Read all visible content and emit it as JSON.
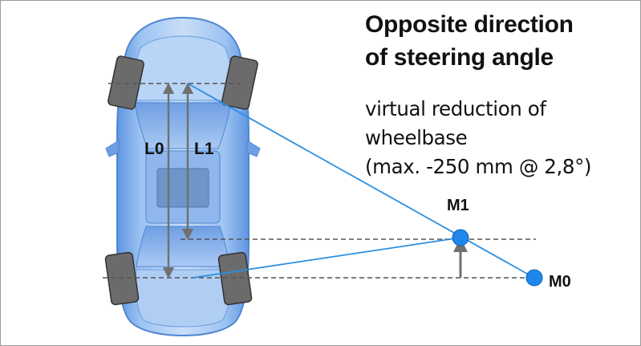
{
  "title": {
    "line1": "Opposite direction",
    "line2": "of steering angle"
  },
  "description": {
    "line1": "virtual reduction of",
    "line2": "wheelbase",
    "line3": "(max. -250 mm @ 2,8°)"
  },
  "labels": {
    "l0": "L0",
    "l1": "L1",
    "m1": "M1",
    "m0": "M0"
  },
  "colors": {
    "car_body": "#7faee9",
    "car_outline": "#4f86d1",
    "tire": "#6b6b6b",
    "construction_line": "#2b8fe0",
    "center_point": "#1f87ea",
    "dashed_line": "#555555",
    "dimension_arrow": "#707070"
  }
}
